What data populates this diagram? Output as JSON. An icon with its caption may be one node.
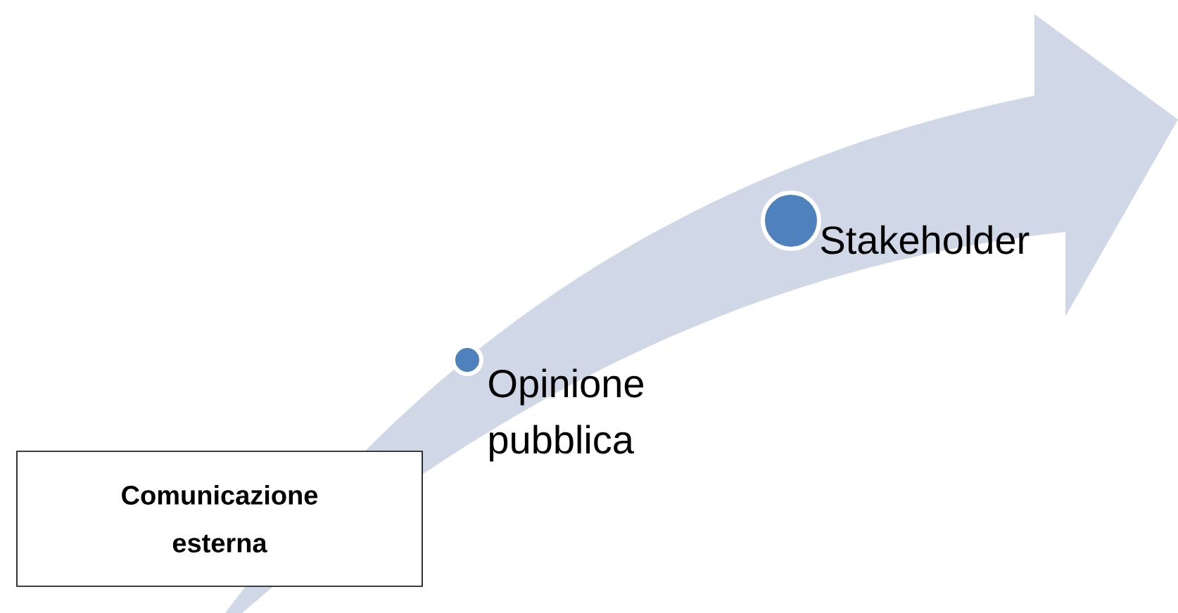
{
  "diagram": {
    "nodes": [
      {
        "text": [
          "Comunicazione esterna"
        ]
      },
      {
        "text": [],
        "shape": "circle",
        "beside": [
          "Opinione pubblica"
        ]
      },
      {
        "text": [],
        "shape": "circle",
        "beside": [
          "Stakeholder"
        ]
      }
    ]
  }
}
